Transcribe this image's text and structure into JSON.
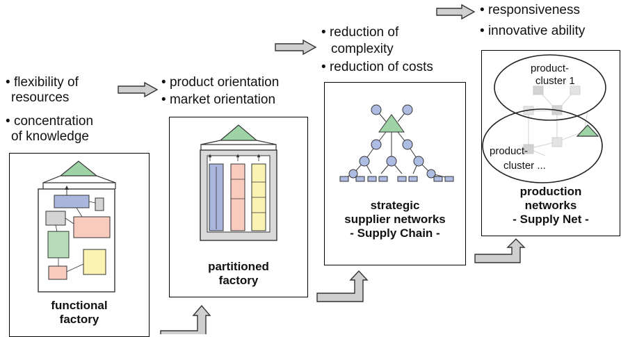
{
  "stages": [
    {
      "bullets": [
        "flexibility of",
        "resources",
        "concentration",
        "of knowledge"
      ],
      "caption": [
        "functional",
        "factory"
      ]
    },
    {
      "bullets": [
        "product orientation",
        "market orientation"
      ],
      "caption": [
        "partitioned",
        "factory"
      ]
    },
    {
      "bullets": [
        "reduction of",
        "complexity",
        "reduction of costs"
      ],
      "caption": [
        "strategic",
        "supplier networks",
        "- Supply Chain -"
      ]
    },
    {
      "bullets": [
        "responsiveness",
        "innovative ability"
      ],
      "caption": [
        "production",
        "networks",
        "- Supply Net -"
      ],
      "clusters": [
        [
          "product-",
          "cluster 1"
        ],
        [
          "product-",
          "cluster ..."
        ]
      ]
    }
  ],
  "colors": {
    "triangle": "#9ed3a6",
    "blue": "#aab6dc",
    "pink": "#f9cbbd",
    "green": "#b7dcb7",
    "yellow": "#fbf3b2",
    "gray": "#d4d4d4",
    "node": "#aebbe2",
    "arrow": "#cfcfcf"
  }
}
